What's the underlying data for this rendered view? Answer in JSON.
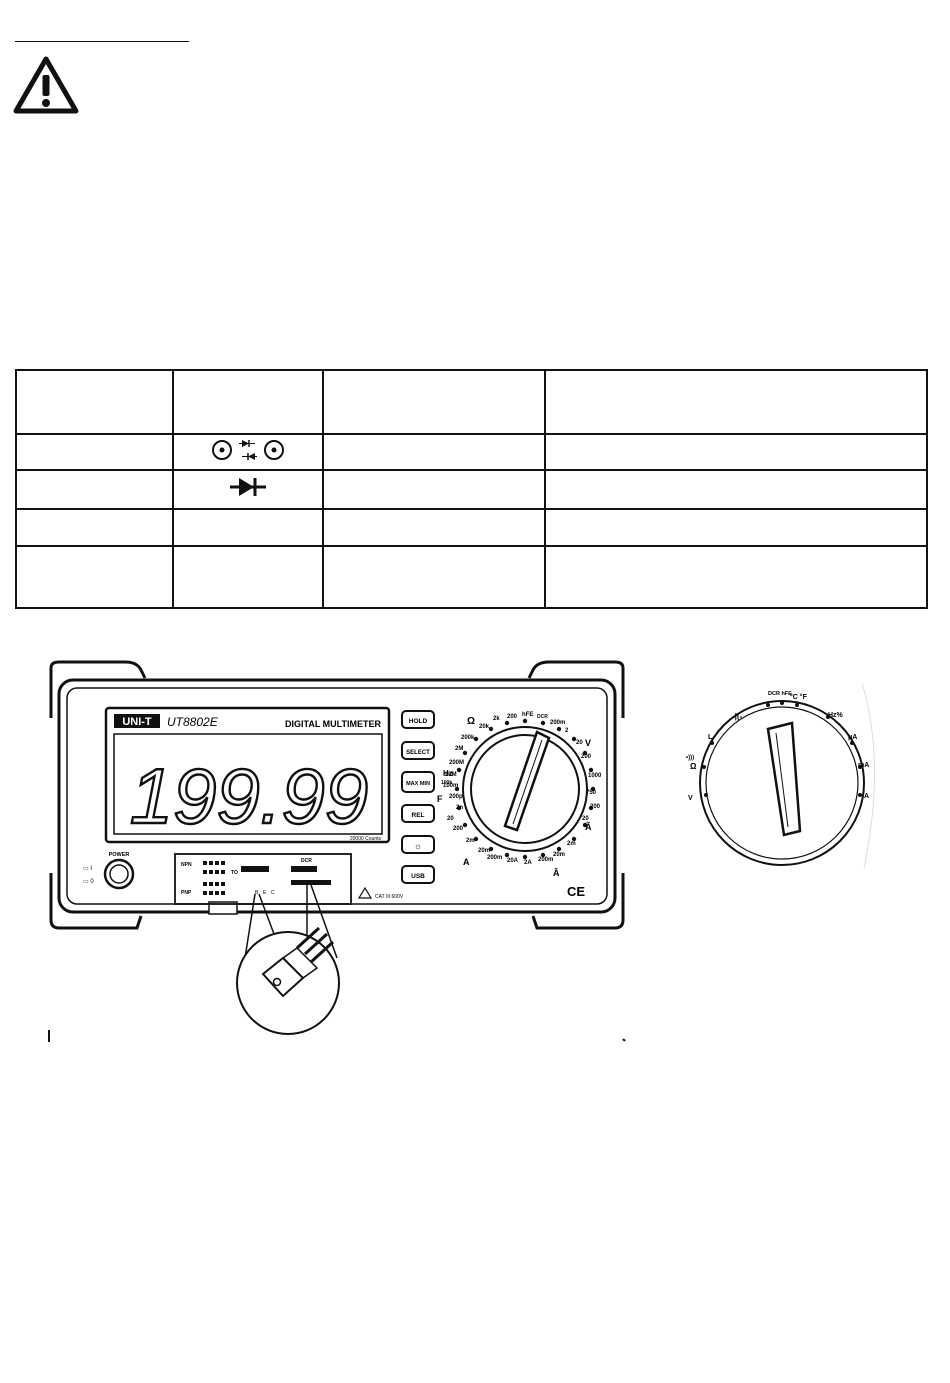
{
  "device": {
    "brand": "UNI-T",
    "model": "UT8802E",
    "product": "DIGITAL MULTIMETER",
    "display_value": "199.99",
    "counts": "20000 Counts",
    "power_label": "POWER",
    "buttons": [
      "HOLD",
      "SELECT",
      "MAX MIN",
      "REL",
      "☼",
      "USB"
    ],
    "dial_labels": [
      "Ω",
      "2k",
      "20k",
      "200k",
      "2M",
      "200M",
      "20M",
      "200",
      "hFE",
      "DCR",
      "200m",
      "2",
      "20",
      "V",
      "200",
      "1000",
      "750",
      "200",
      "20",
      "2m",
      "20m",
      "200m",
      "2A",
      "20A",
      "200m",
      "20m",
      "2m",
      "A",
      "200",
      "20",
      "2n",
      "200p",
      "100m",
      "F",
      "Hz",
      "100k",
      "Ā",
      "Ã",
      "CE"
    ],
    "socket_labels": [
      "NPN",
      "PNP",
      "TO",
      "DCR",
      "B",
      "E",
      "C"
    ],
    "cat": "CAT III 600V"
  },
  "dial_detail": {
    "labels": [
      "DCR hFE",
      "°C °F",
      "Hz%",
      "μA",
      "mA",
      "A",
      "V",
      "Ω",
      "L"
    ]
  },
  "colors": {
    "ink": "#111111",
    "display_bg": "#ffffff"
  }
}
